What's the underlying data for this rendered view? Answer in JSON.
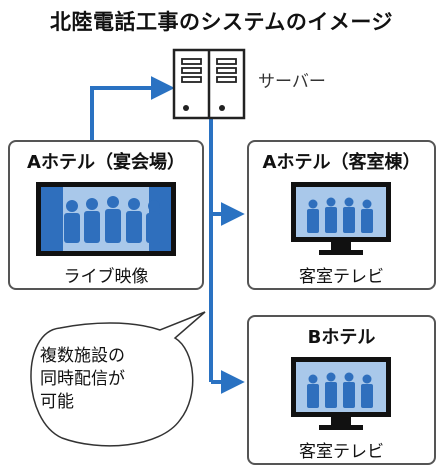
{
  "title": "北陸電話工事のシステムのイメージ",
  "server": {
    "label": "サーバー",
    "icon": "server-icon"
  },
  "boxes": [
    {
      "title": "Aホテル（宴会場）",
      "sub": "ライブ映像"
    },
    {
      "title": "Aホテル（客室棟）",
      "sub": "客室テレビ"
    },
    {
      "title": "Bホテル",
      "sub": "客室テレビ"
    }
  ],
  "bubble": {
    "lines": [
      "複数施設の",
      "同時配信が",
      "可能"
    ]
  },
  "colors": {
    "arrow": "#2a72c2",
    "screen": "#2f6fbd",
    "screen_light": "#a9c8ea",
    "frame": "#111111",
    "box_border": "#555555"
  }
}
